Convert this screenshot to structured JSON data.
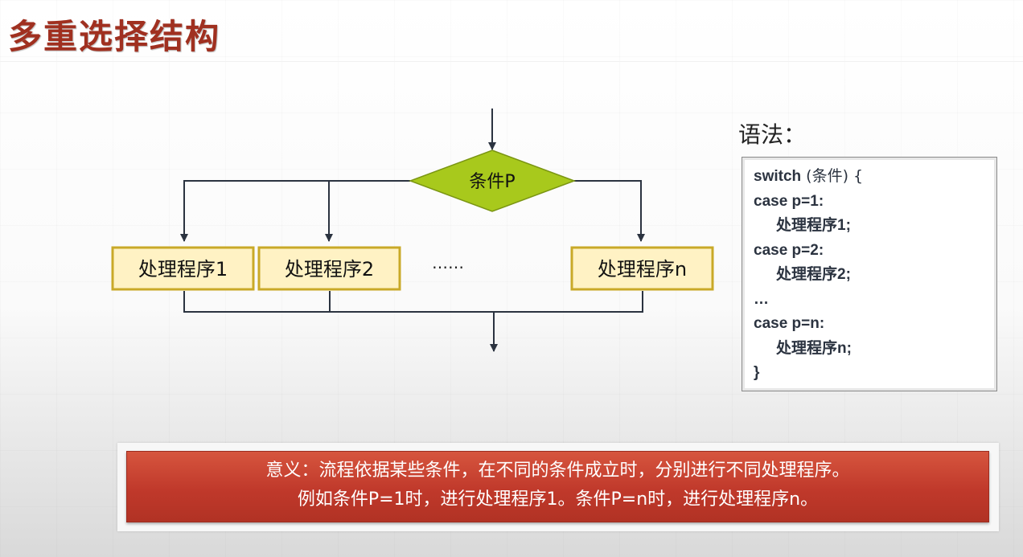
{
  "slide": {
    "title": "多重选择结构"
  },
  "flowchart": {
    "condition_label": "条件P",
    "processes": [
      "处理程序1",
      "处理程序2",
      "处理程序n"
    ],
    "ellipsis": "……",
    "colors": {
      "condition_fill": "#a8c91c",
      "process_fill": "#fff2c4",
      "process_border": "#c9a928",
      "line": "#2b3340"
    }
  },
  "syntax": {
    "heading": "语法：",
    "code": {
      "line1_keyword": "switch",
      "line1_rest": " (条件) {",
      "case1": "case p=1:",
      "proc1": "处理程序1;",
      "case2": "case p=2:",
      "proc2": "处理程序2;",
      "ellipsis": "…",
      "casen": "case p=n:",
      "procn": "处理程序n;",
      "close": "}"
    }
  },
  "meaning": {
    "line1": "意义：流程依据某些条件，在不同的条件成立时，分别进行不同处理程序。",
    "line2": "例如条件P=1时，进行处理程序1。条件P=n时，进行处理程序n。",
    "color": "#c0392b"
  }
}
